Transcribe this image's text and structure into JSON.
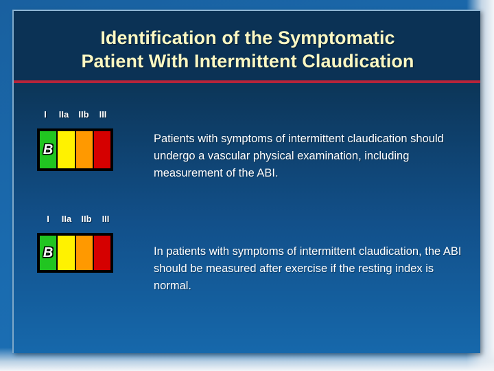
{
  "slide": {
    "title_line_1": "Identification of the Symptomatic",
    "title_line_2": "Patient With Intermittent Claudication",
    "title_color": "#fbf8c3",
    "divider_color": "#b7243a",
    "background_top_color": "#0b3255",
    "background_bottom_color": "#1668ab",
    "outer_margin_color": "#1a6aae"
  },
  "class_of_indication": {
    "labels": [
      "I",
      "IIa",
      "IIb",
      "III"
    ],
    "segment_colors": [
      "#21c521",
      "#fff200",
      "#ff9900",
      "#d50000"
    ],
    "level_of_evidence": "B"
  },
  "recommendations": [
    {
      "labels": [
        "I",
        "IIa",
        "IIb",
        "III"
      ],
      "level_of_evidence": "B",
      "text": "Patients with symptoms of intermittent claudication should undergo a vascular physical examination, including measurement of the ABI."
    },
    {
      "labels": [
        "I",
        "IIa",
        "IIb",
        "III"
      ],
      "level_of_evidence": "B",
      "text": "In patients with symptoms of intermittent claudication, the ABI should be measured after exercise if the resting index is normal."
    }
  ]
}
